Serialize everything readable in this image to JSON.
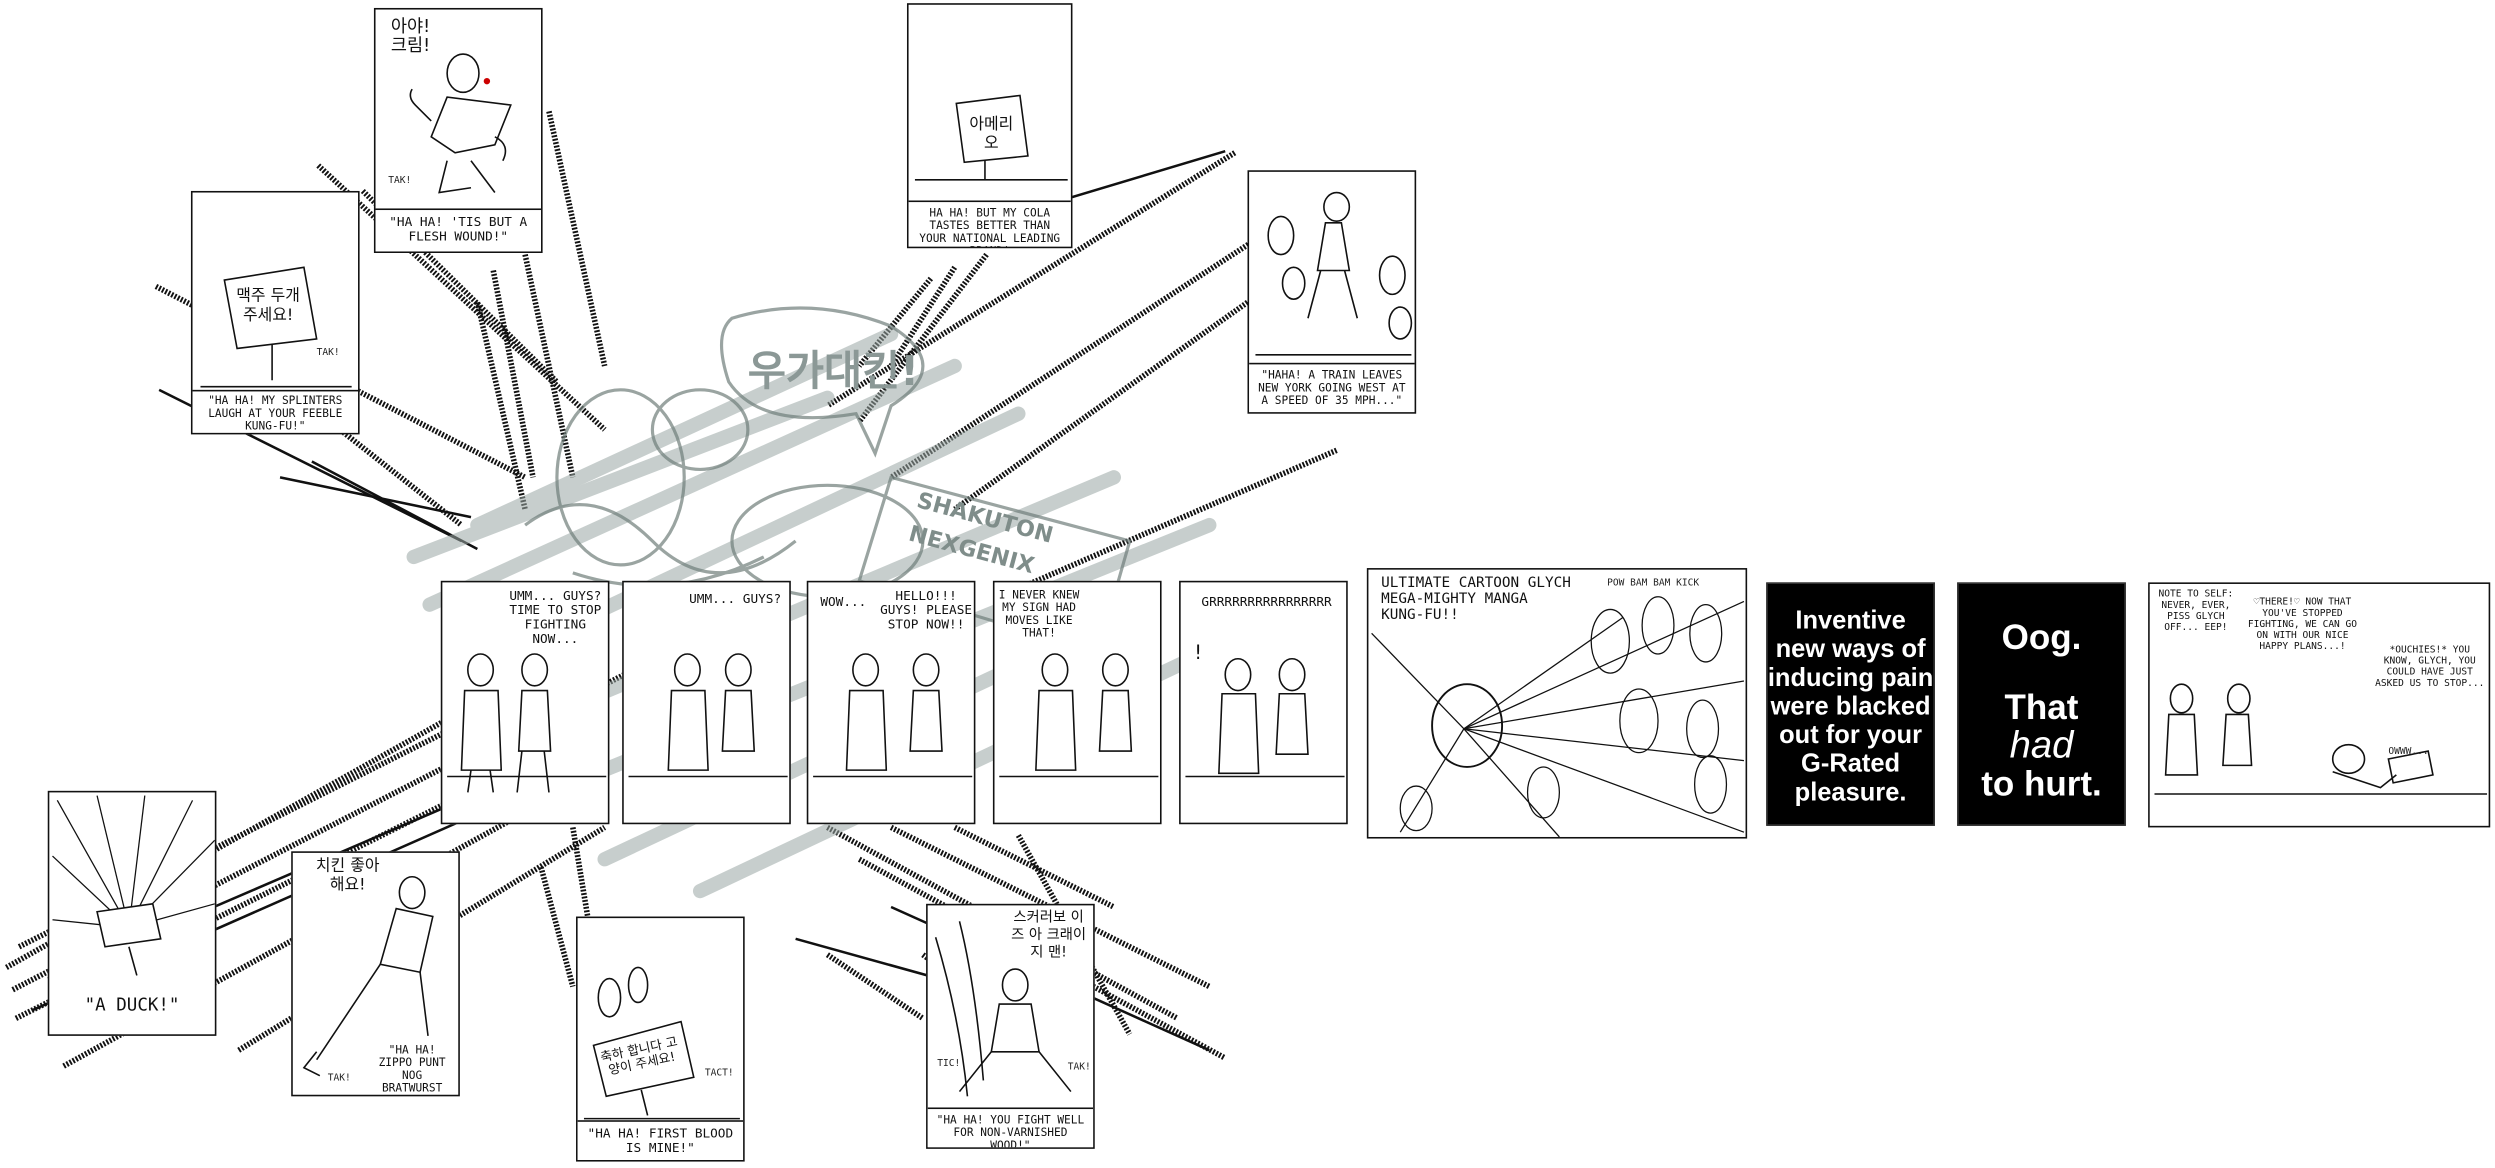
{
  "panels": {
    "p_top1": {
      "bubble": "아야! 크림!",
      "sfx": "TAK!",
      "caption": "\"HA HA! 'TIS BUT A FLESH WOUND!\""
    },
    "p_sign1": {
      "bubble": "맥주 두개 주세요!",
      "sfx": "TAK!",
      "caption": "\"HA HA! MY SPLINTERS LAUGH AT YOUR FEEBLE KUNG-FU!\""
    },
    "p_sign2": {
      "sign": "아메리오",
      "caption": "HA HA! BUT MY COLA TASTES BETTER THAN YOUR NATIONAL LEADING BRAND!"
    },
    "p_train": {
      "caption": "\"HAHA! A TRAIN LEAVES NEW YORK GOING WEST AT A SPEED OF 35 MPH...\""
    },
    "p_duck": {
      "caption": "\"A DUCK!\""
    },
    "p_zippo": {
      "bubble": "치킨 좋아해요!",
      "sfx": "TAK!",
      "caption": "\"HA HA! ZIPPO PUNT NOG BRATWURST DISCO!\""
    },
    "p_firstblood": {
      "sign": "축하 합니다 고양이 주세요!",
      "sfx": "TACT!",
      "caption": "\"HA HA! FIRST BLOOD IS MINE!\""
    },
    "p_varnish": {
      "bubble": "스커러보 이즈 아 크래이지 맨!",
      "sfx_left": "TIC!",
      "sfx_right": "TAK!",
      "caption": "\"HA HA! YOU FIGHT WELL FOR NON-VARNISHED WOOD!\""
    }
  },
  "center": {
    "bubble": "우가대킨!",
    "sign_line1": "SHAKUTON",
    "sign_line2": "NEXGENIX"
  },
  "strip": {
    "s1": {
      "bubble": "UMM... GUYS? TIME TO STOP FIGHTING NOW..."
    },
    "s2": {
      "bubble": "UMM... GUYS?"
    },
    "s3": {
      "bubble_left": "WOW...",
      "bubble_right": "HELLO!!! GUYS! PLEASE STOP NOW!!"
    },
    "s4": {
      "bubble": "I NEVER KNEW MY SIGN HAD MOVES LIKE THAT!"
    },
    "s5": {
      "sfx": "GRRRRRRRRRRRRRRRR",
      "exclaim": "!"
    },
    "s6": {
      "bubble": "ULTIMATE CARTOON GLYCH MEGA-MIGHTY MANGA KUNG-FU!!",
      "sfx": "POW BAM BAM KICK"
    },
    "s7": {
      "text": "Inventive new ways of inducing pain were blacked out for your G-Rated pleasure."
    },
    "s8": {
      "line1": "Oog.",
      "line2": "That",
      "line3": "had",
      "line4": "to hurt."
    },
    "s9": {
      "bubble_left": "NOTE TO SELF: NEVER, EVER, PISS GLYCH OFF... EEP!",
      "bubble_mid": "♡THERE!♡ NOW THAT YOU'VE STOPPED FIGHTING, WE CAN GO ON WITH OUR NICE HAPPY PLANS...!",
      "bubble_right": "*OUCHIES!* YOU KNOW, GLYCH, YOU COULD HAVE JUST ASKED US TO STOP...",
      "sfx": "OWWW..."
    }
  },
  "colors": {
    "ink": "#111111",
    "ghost": "#9aa7a4",
    "background": "#ffffff",
    "black_panel": "#000000"
  }
}
